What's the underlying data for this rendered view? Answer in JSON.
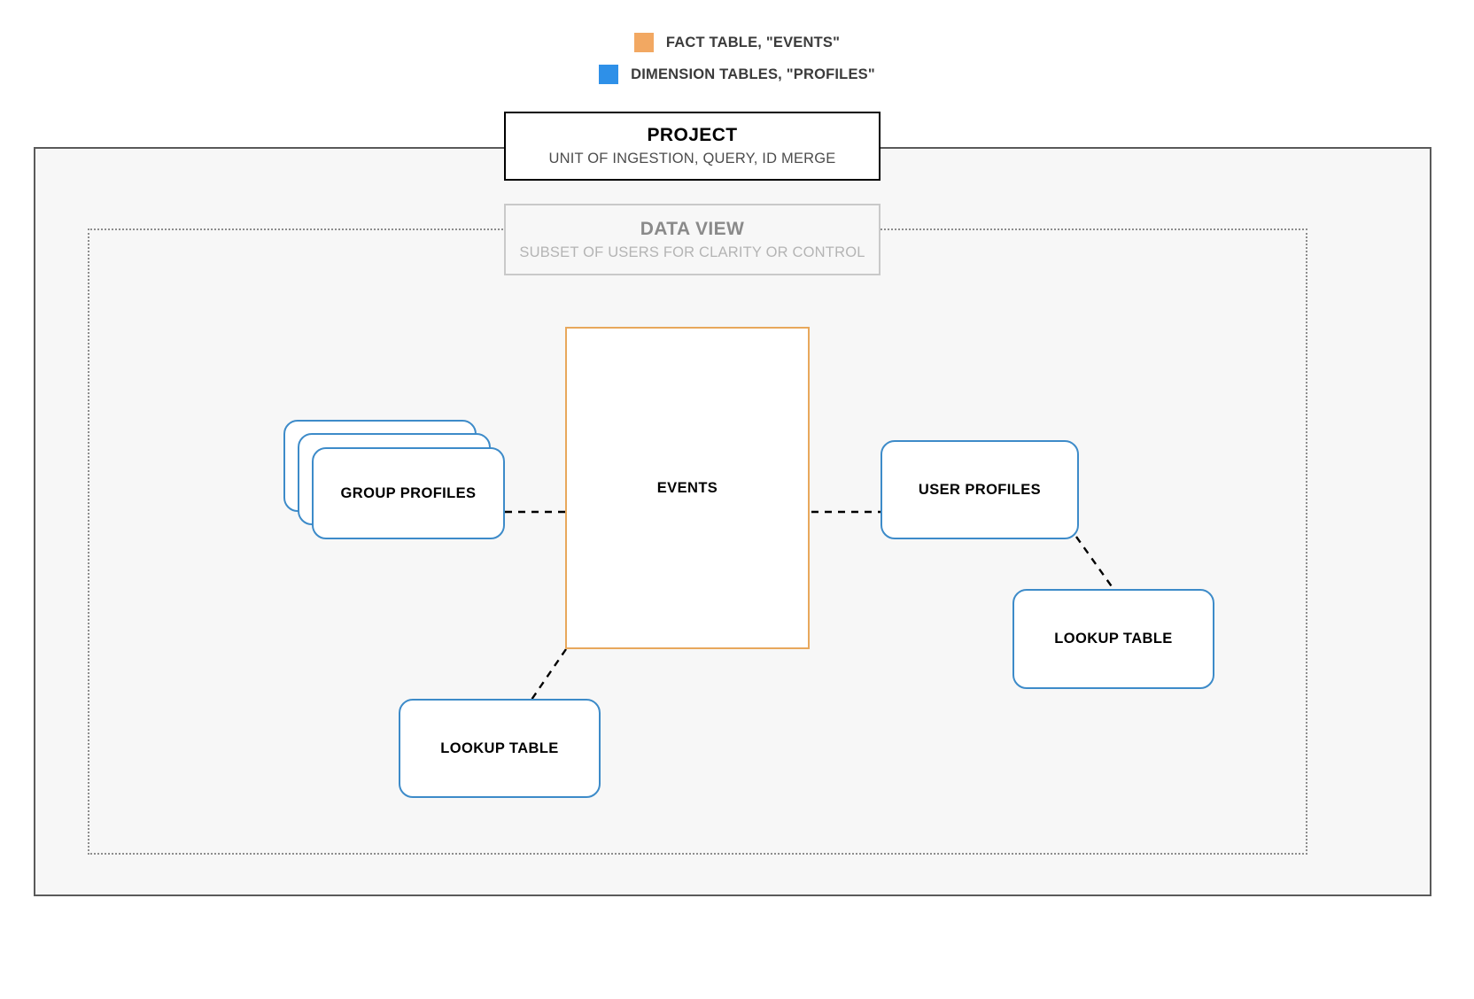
{
  "legend": {
    "items": [
      {
        "label": "FACT TABLE, \"EVENTS\"",
        "color": "#f2a862",
        "icon": "orange-square-swatch"
      },
      {
        "label": "DIMENSION TABLES, \"PROFILES\"",
        "color": "#2e90e8",
        "icon": "blue-square-swatch"
      }
    ]
  },
  "project": {
    "title": "PROJECT",
    "subtitle": "UNIT OF INGESTION, QUERY, ID MERGE",
    "border_color": "#000000"
  },
  "data_view": {
    "title": "DATA VIEW",
    "subtitle": "SUBSET OF USERS FOR CLARITY OR CONTROL",
    "border_color": "#c9c9c9",
    "title_color": "#8a8a8a"
  },
  "fact_table": {
    "label": "EVENTS",
    "border_color": "#e8a85c"
  },
  "dimension_tables": {
    "group_profiles": {
      "label": "GROUP PROFILES",
      "stacked": true,
      "stack_count": 3
    },
    "user_profiles": {
      "label": "USER PROFILES"
    },
    "lookup_table_right": {
      "label": "LOOKUP TABLE"
    },
    "lookup_table_left": {
      "label": "LOOKUP TABLE"
    },
    "border_color": "#3d8bc9"
  },
  "connectors": {
    "style": "dashed",
    "color": "#000000",
    "edges": [
      {
        "from": "group-profiles",
        "to": "events"
      },
      {
        "from": "events",
        "to": "user-profiles"
      },
      {
        "from": "user-profiles",
        "to": "lookup-table-right"
      },
      {
        "from": "events",
        "to": "lookup-table-left"
      }
    ]
  }
}
